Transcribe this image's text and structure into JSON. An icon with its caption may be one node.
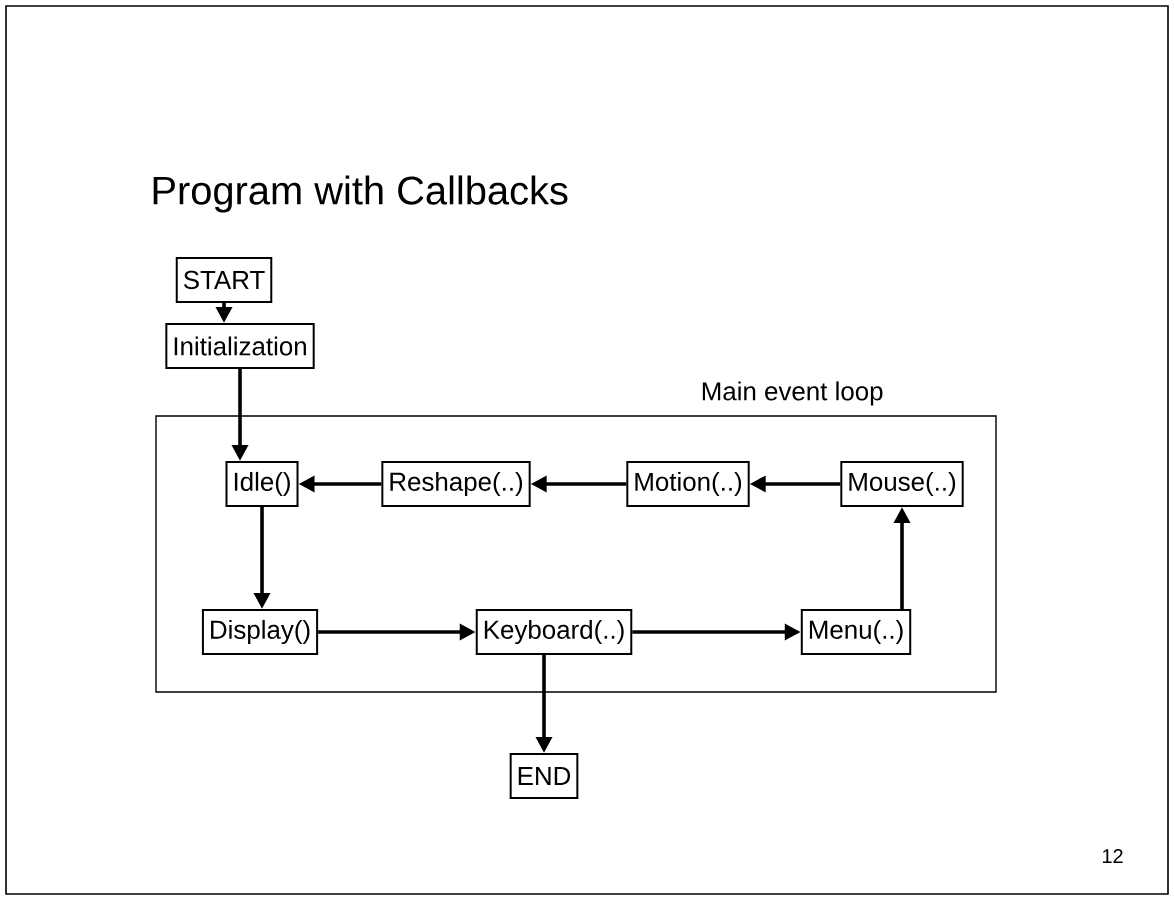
{
  "diagram": {
    "title": "Program with Callbacks",
    "nodes": [
      {
        "text": [
          "START"
        ]
      },
      {
        "text": [
          "Initialization"
        ]
      },
      {
        "text": [
          "Main event loop"
        ]
      },
      {
        "text": [
          "Idle()"
        ],
        "in": 2
      },
      {
        "text": [
          "Reshape(..)"
        ],
        "in": 2
      },
      {
        "text": [
          "Motion(..)"
        ],
        "in": 2
      },
      {
        "text": [
          "Mouse(..)"
        ],
        "in": 2
      },
      {
        "text": [
          "Display()"
        ],
        "in": 2
      },
      {
        "text": [
          "Keyboard(..)"
        ],
        "in": 2
      },
      {
        "text": [
          "Menu(..)"
        ],
        "in": 2
      },
      {
        "text": [
          "END"
        ]
      }
    ],
    "edges": [
      {
        "from": 0,
        "to": 1,
        "arrow": "to"
      },
      {
        "from": 1,
        "to": 3,
        "arrow": "to"
      },
      {
        "from": 6,
        "to": 5,
        "arrow": "to"
      },
      {
        "from": 5,
        "to": 4,
        "arrow": "to"
      },
      {
        "from": 4,
        "to": 3,
        "arrow": "to"
      },
      {
        "from": 3,
        "to": 7,
        "arrow": "to"
      },
      {
        "from": 7,
        "to": 8,
        "arrow": "to"
      },
      {
        "from": 8,
        "to": 9,
        "arrow": "to"
      },
      {
        "from": 9,
        "to": 6,
        "arrow": "to"
      },
      {
        "from": 8,
        "to": 10,
        "arrow": "to"
      }
    ],
    "labels": [
      "12"
    ]
  }
}
